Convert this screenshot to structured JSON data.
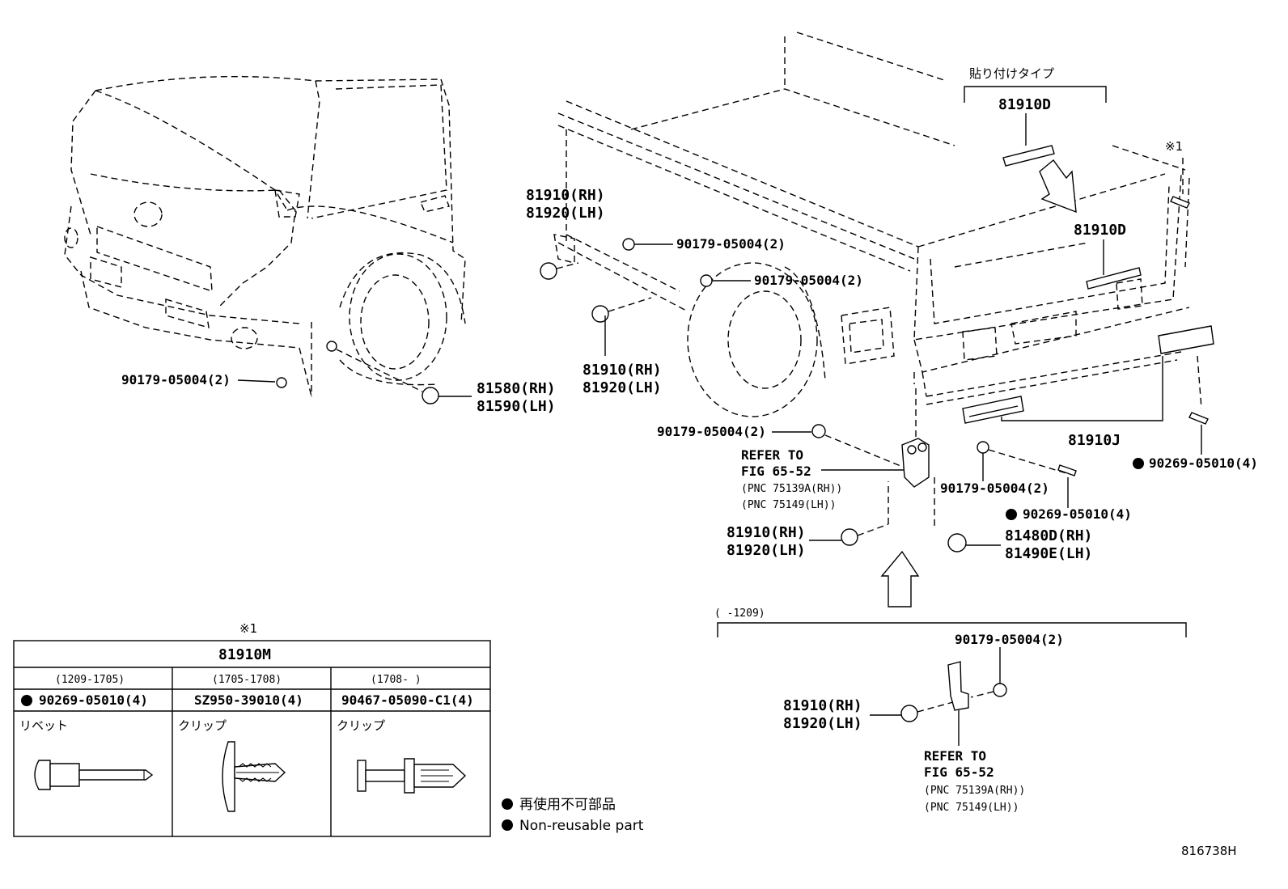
{
  "figure_code": "816738H",
  "front_view": {
    "clip_a": "90179-05004(2)",
    "lamp_rh": "81580(RH)",
    "lamp_lh": "81590(LH)"
  },
  "rear_view": {
    "sticker_type": "貼り付けタイプ",
    "reflector_top": "81910D",
    "reflector_mid": "81910D",
    "note_mark": "※1",
    "upper_lamp_rh": "81910(RH)",
    "upper_lamp_lh": "81920(LH)",
    "nut_a": "90179-05004(2)",
    "nut_b": "90179-05004(2)",
    "mid_lamp_rh": "81910(RH)",
    "mid_lamp_lh": "81920(LH)",
    "nut_c": "90179-05004(2)",
    "refer_line1": "REFER TO",
    "refer_line2": "FIG 65-52",
    "refer_pnc_rh": "(PNC 75139A(RH))",
    "refer_pnc_lh": "(PNC 75149(LH))",
    "nut_d": "90179-05004(2)",
    "rivet_a": "90269-05010(4)",
    "rivet_b": "90269-05010(4)",
    "reflector_plate": "81910J",
    "low_lamp_rh": "81910(RH)",
    "low_lamp_lh": "81920(LH)",
    "tail_lamp_rh": "81480D(RH)",
    "tail_lamp_lh": "81490E(LH)"
  },
  "inset": {
    "range": "(      -1209)",
    "nut": "90179-05004(2)",
    "lamp_rh": "81910(RH)",
    "lamp_lh": "81920(LH)",
    "refer_line1": "REFER TO",
    "refer_line2": "FIG 65-52",
    "refer_pnc_rh": "(PNC 75139A(RH))",
    "refer_pnc_lh": "(PNC 75149(LH))"
  },
  "table": {
    "note_mark": "※1",
    "title": "81910M",
    "columns": [
      {
        "period": "(1209-1705)",
        "part": "90269-05010(4)",
        "non_reusable": true,
        "type": "リベット"
      },
      {
        "period": "(1705-1708)",
        "part": "SZ950-39010(4)",
        "non_reusable": false,
        "type": "クリップ"
      },
      {
        "period": "(1708-      )",
        "part": "90467-05090-C1(4)",
        "non_reusable": false,
        "type": "クリップ"
      }
    ]
  },
  "legend": {
    "jp": "再使用不可部品",
    "en": "Non-reusable part"
  }
}
